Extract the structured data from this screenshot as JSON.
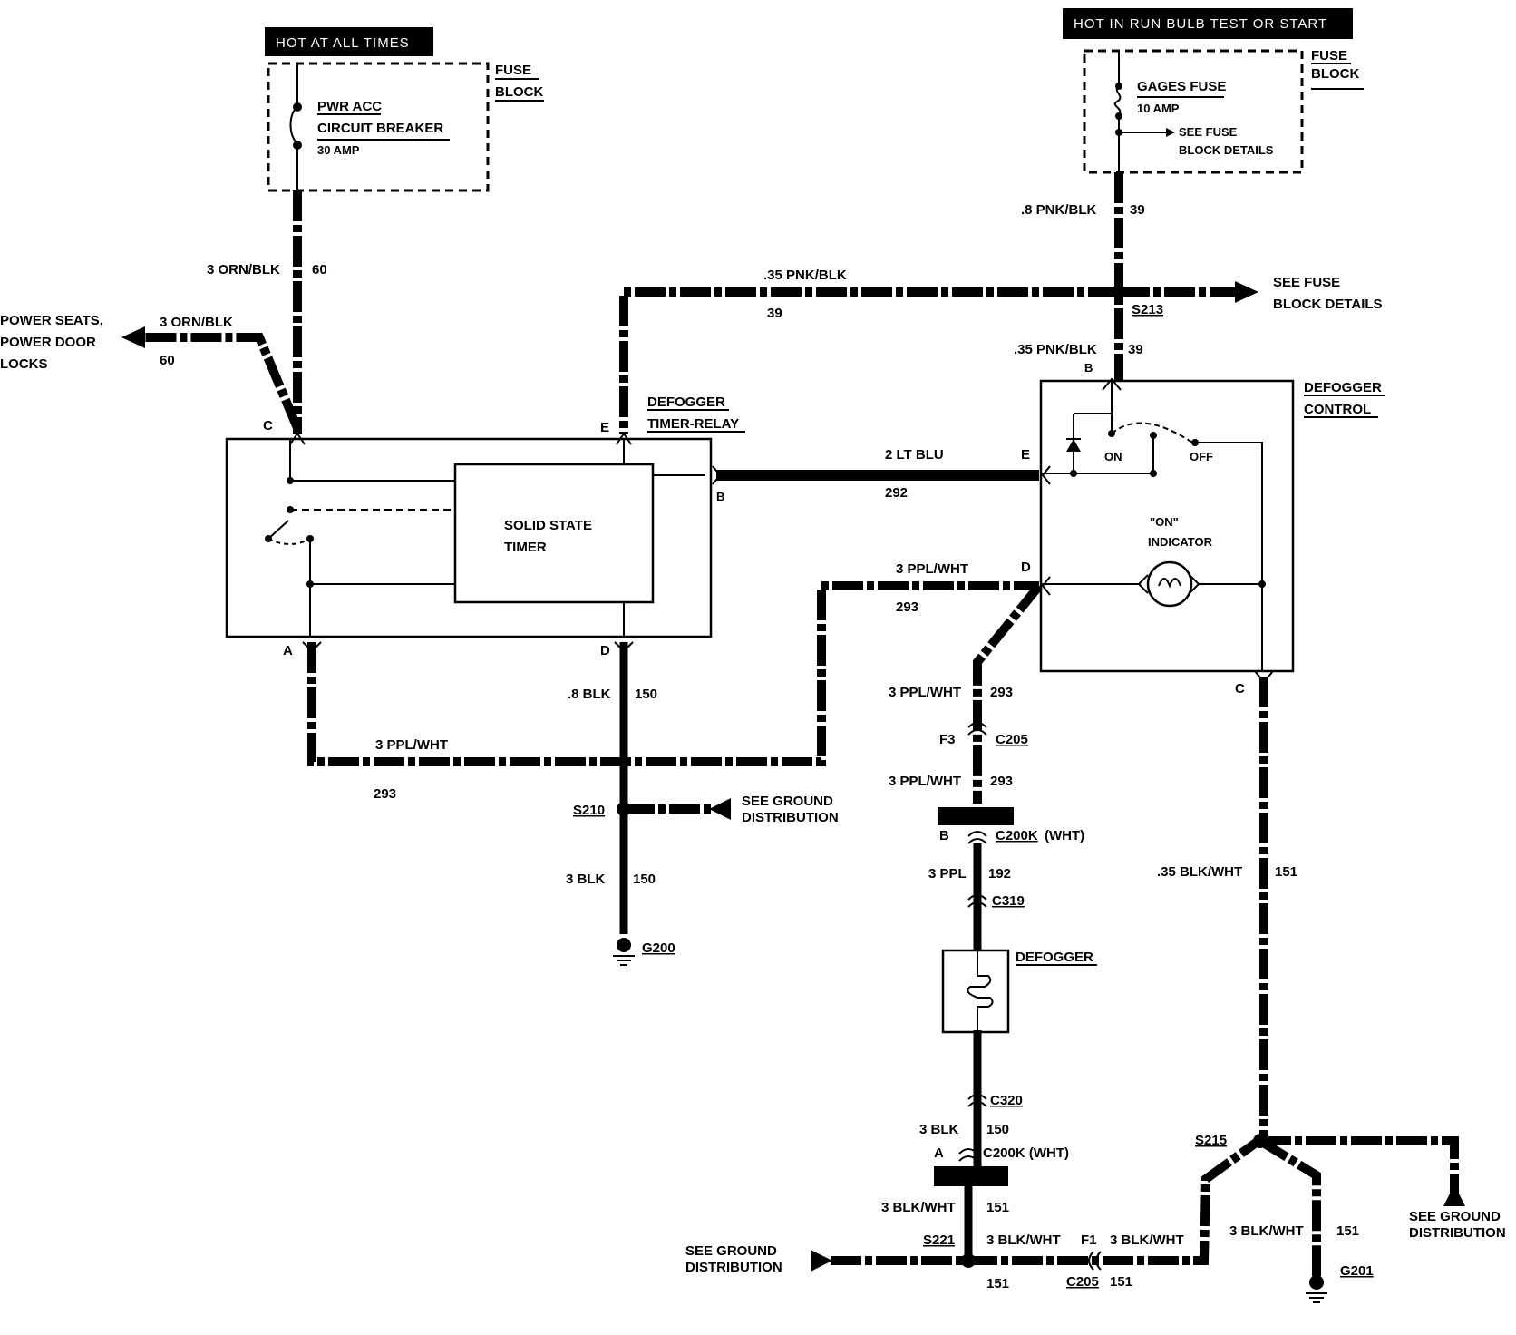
{
  "headers": {
    "hot_at_all_times": "HOT AT ALL TIMES",
    "hot_in_run": "HOT IN RUN  BULB TEST OR START"
  },
  "fuse_block_left": {
    "label_line1": "FUSE",
    "label_line2": "BLOCK",
    "breaker_line1": "PWR ACC",
    "breaker_line2": "CIRCUIT BREAKER",
    "breaker_rating": "30 AMP"
  },
  "fuse_block_right": {
    "label_line1": "FUSE",
    "label_line2": "BLOCK",
    "fuse_name": "GAGES FUSE",
    "fuse_rating": "10 AMP",
    "see_line1": "SEE FUSE",
    "see_line2": "BLOCK DETAILS"
  },
  "wires": {
    "w60_size": "3 ORN/BLK",
    "w60_num": "60",
    "branch_size": "3 ORN/BLK",
    "branch_num": "60",
    "pnk39_size": ".8 PNK/BLK",
    "pnk39_num": "39",
    "pnk35_top_size": ".35 PNK/BLK",
    "pnk35_top_num": "39",
    "pnk35_b_size": ".35 PNK/BLK",
    "pnk35_b_num": "39",
    "ltblu_size": "2 LT BLU",
    "ltblu_num": "292",
    "ppl_d_size": "3 PPL/WHT",
    "ppl_d_num": "293",
    "ppl_bottom_size": "3 PPL/WHT",
    "ppl_bottom_num": "293",
    "blk150_size": ".8 BLK",
    "blk150_num": "150",
    "blk150b_size": "3 BLK",
    "blk150b_num": "150",
    "ppl_vert1_size": "3 PPL/WHT",
    "ppl_vert1_num": "293",
    "ppl_vert2_size": "3 PPL/WHT",
    "ppl_vert2_num": "293",
    "ppl192_size": "3 PPL",
    "ppl192_num": "192",
    "blk150c_size": "3 BLK",
    "blk150c_num": "150",
    "blkwht_vert_size": "3 BLK/WHT",
    "blkwht_vert_num": "151",
    "blkwht_h1_size": "3 BLK/WHT",
    "blkwht_h1_num": "151",
    "blkwht_h2_size": "3 BLK/WHT",
    "blkwht_h2_num": "151",
    "blkwht_g201_size": "3 BLK/WHT",
    "blkwht_g201_num": "151",
    "blkwht35_size": ".35 BLK/WHT",
    "blkwht35_num": "151"
  },
  "labels": {
    "power_seats_1": "POWER SEATS,",
    "power_seats_2": "POWER DOOR",
    "power_seats_3": "LOCKS",
    "see_fuse_1": "SEE FUSE",
    "see_fuse_2": "BLOCK DETAILS",
    "see_ground_a1": "SEE GROUND",
    "see_ground_a2": "DISTRIBUTION",
    "see_ground_b1": "SEE GROUND",
    "see_ground_b2": "DISTRIBUTION",
    "see_ground_c1": "SEE GROUND",
    "see_ground_c2": "DISTRIBUTION"
  },
  "components": {
    "timer_relay_1": "DEFOGGER",
    "timer_relay_2": "TIMER-RELAY",
    "solid_state_1": "SOLID STATE",
    "solid_state_2": "TIMER",
    "control_1": "DEFOGGER",
    "control_2": "CONTROL",
    "on_label": "ON",
    "off_label": "OFF",
    "indicator_1": "\"ON\"",
    "indicator_2": "INDICATOR",
    "defogger": "DEFOGGER"
  },
  "pins": {
    "relay_c": "C",
    "relay_e": "E",
    "relay_b": "B",
    "relay_a": "A",
    "relay_d": "D",
    "ctrl_b": "B",
    "ctrl_e": "E",
    "ctrl_d": "D",
    "ctrl_c": "C"
  },
  "connectors": {
    "s213": "S213",
    "s210": "S210",
    "g200": "G200",
    "f3": "F3",
    "c205_top": "C205",
    "b_pin": "B",
    "c200k_top": "C200K",
    "c200k_top_wht": "(WHT)",
    "c319": "C319",
    "c320": "C320",
    "a_pin": "A",
    "c200k_bot": "C200K (WHT)",
    "s221": "S221",
    "f1": "F1",
    "c205_bot": "C205",
    "s215": "S215",
    "g201": "G201"
  }
}
